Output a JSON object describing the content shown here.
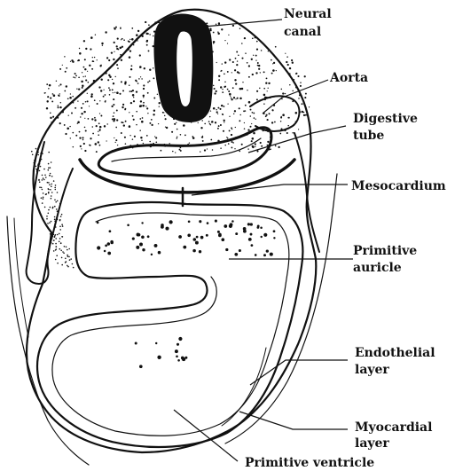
{
  "figure": {
    "labels": {
      "neural_canal": [
        "Neural",
        "canal"
      ],
      "aorta": "Aorta",
      "digestive_tube": [
        "Digestive",
        "tube"
      ],
      "mesocardium": "Mesocardium",
      "primitive_auricle": [
        "Primitive",
        "auricle"
      ],
      "endothelial_layer": [
        "Endothelial",
        "layer"
      ],
      "myocardial_layer": [
        "Myocardial",
        "layer"
      ],
      "primitive_ventricle": "Primitive ventricle"
    },
    "colors": {
      "ink": "#111111",
      "paper": "#ffffff"
    }
  }
}
